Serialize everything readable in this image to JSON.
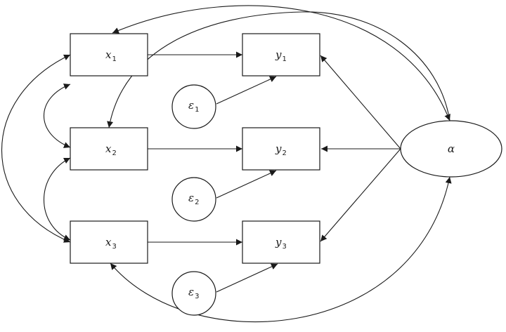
{
  "diagram": {
    "nodes": {
      "x1": {
        "base": "x",
        "sub": "1"
      },
      "x2": {
        "base": "x",
        "sub": "2"
      },
      "x3": {
        "base": "x",
        "sub": "3"
      },
      "y1": {
        "base": "y",
        "sub": "1"
      },
      "y2": {
        "base": "y",
        "sub": "2"
      },
      "y3": {
        "base": "y",
        "sub": "3"
      },
      "e1": {
        "base": "ε",
        "sub": "1"
      },
      "e2": {
        "base": "ε",
        "sub": "2"
      },
      "e3": {
        "base": "ε",
        "sub": "3"
      },
      "alpha": {
        "base": "α",
        "sub": ""
      }
    },
    "edges": [
      {
        "from": "x1",
        "to": "y1",
        "type": "directed"
      },
      {
        "from": "x2",
        "to": "y2",
        "type": "directed"
      },
      {
        "from": "x3",
        "to": "y3",
        "type": "directed"
      },
      {
        "from": "e1",
        "to": "y1",
        "type": "directed"
      },
      {
        "from": "e2",
        "to": "y2",
        "type": "directed"
      },
      {
        "from": "e3",
        "to": "y3",
        "type": "directed"
      },
      {
        "from": "alpha",
        "to": "y1",
        "type": "directed"
      },
      {
        "from": "alpha",
        "to": "y2",
        "type": "directed"
      },
      {
        "from": "alpha",
        "to": "y3",
        "type": "directed"
      },
      {
        "from": "x1",
        "to": "x2",
        "type": "covariance"
      },
      {
        "from": "x2",
        "to": "x3",
        "type": "covariance"
      },
      {
        "from": "x1",
        "to": "x3",
        "type": "covariance"
      },
      {
        "from": "x1",
        "to": "alpha",
        "type": "covariance"
      },
      {
        "from": "x2",
        "to": "alpha",
        "type": "covariance"
      },
      {
        "from": "x3",
        "to": "alpha",
        "type": "covariance"
      }
    ]
  }
}
